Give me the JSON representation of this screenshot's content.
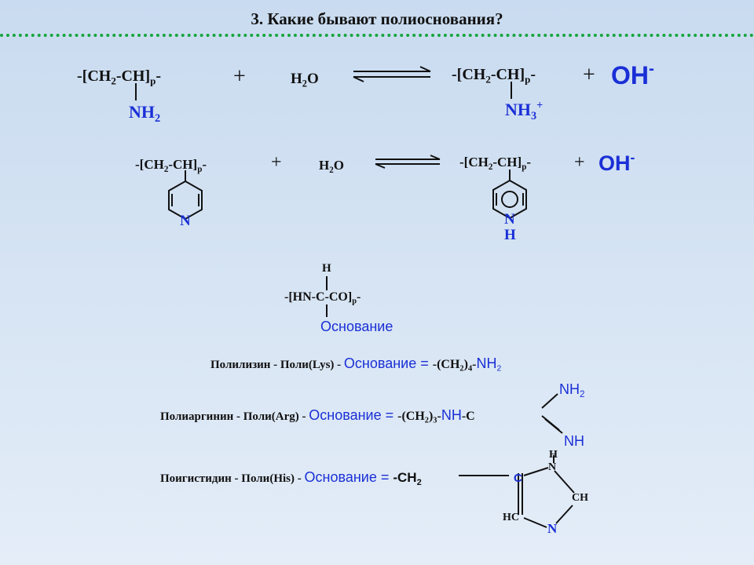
{
  "title": "3. Какие бывают полиоснования?",
  "reaction1": {
    "left_chain": "-[CH",
    "left_sub2": "2",
    "left_mid": "-CH]",
    "left_subp": "p",
    "left_end": "-",
    "left_group": "NH",
    "left_group_sub": "2",
    "plus1": "+",
    "water": "H",
    "water_sub": "2",
    "water_end": "O",
    "right_chain": "-[CH",
    "right_sub2": "2",
    "right_mid": "-CH]",
    "right_subp": "p",
    "right_end": "-",
    "right_group": "NH",
    "right_group_sub": "3",
    "right_group_sup": "+",
    "plus2": "+",
    "hydroxide": "OH",
    "hydroxide_sup": "-"
  },
  "reaction2": {
    "left_chain": "-[CH",
    "left_sub2": "2",
    "left_mid": "-CH]",
    "left_subp": "p",
    "left_end": "-",
    "left_ring_n": "N",
    "plus1": "+",
    "water": "H",
    "water_sub": "2",
    "water_end": "O",
    "right_chain": "-[CH",
    "right_sub2": "2",
    "right_mid": "-CH]",
    "right_subp": "p",
    "right_end": "-",
    "right_ring_plus": "+",
    "right_ring_n": "N",
    "right_ring_h": "H",
    "plus2": "+",
    "hydroxide": "OH",
    "hydroxide_sup": "-"
  },
  "peptide": {
    "top_h": "H",
    "chain": "-[HN-C-CO]",
    "chain_sub": "p",
    "chain_end": "-",
    "base_label": "Основание"
  },
  "polylysine": {
    "name": "Полилизин -  Поли(Lys) - ",
    "base_label": "Основание = ",
    "formula_a": "-(CH",
    "formula_sub2": "2",
    "formula_b": ")",
    "formula_sub4": "4",
    "formula_c": "-",
    "formula_nh": "NH",
    "formula_nh_sub": "2"
  },
  "polyarginine": {
    "name": "Полиаргинин -  Поли(Arg) - ",
    "base_label": "Основание = ",
    "formula_a": "-(CH",
    "formula_sub2": "2",
    "formula_b": ")",
    "formula_sub3": "3",
    "formula_c": "-",
    "formula_nh": "NH",
    "formula_c2": "-C",
    "top_nh": "NH",
    "top_nh_sub": "2",
    "bottom_nh": "NH"
  },
  "polyhistidine": {
    "name": "Поигистидин -  Поли(His) - ",
    "base_label": "Основание = ",
    "formula": "-CH",
    "formula_sub": "2",
    "ring_h": "H",
    "ring_n_top": "N",
    "ring_c": "C",
    "ring_ch": "CH",
    "ring_hc": "HC",
    "ring_n_bottom": "N"
  },
  "colors": {
    "accent_blue": "#1a2fd6",
    "separator_green": "#14a53c",
    "background": "#d6e4f3"
  }
}
